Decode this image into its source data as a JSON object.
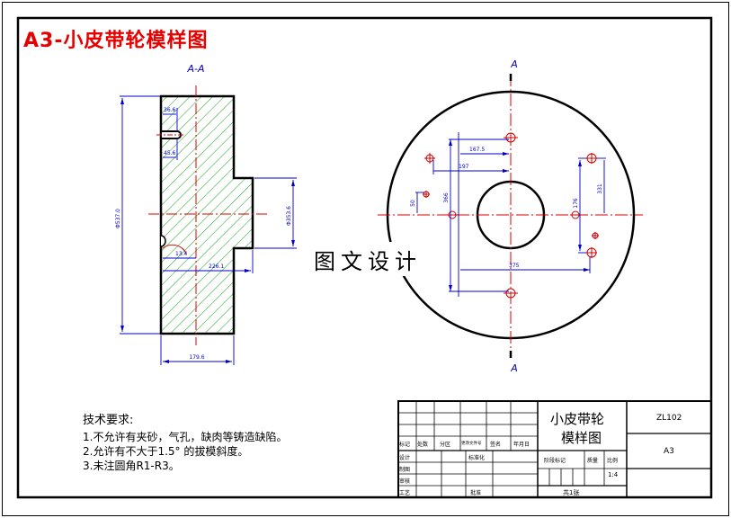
{
  "heading": "A3-小皮带轮模样图",
  "watermark": "图文设计",
  "views": {
    "section_label": "A-A",
    "cut_marks": [
      "A",
      "A"
    ]
  },
  "dimensions": {
    "top_small": "36.6",
    "mid_small": "45.6",
    "left_height": "Φ537.0",
    "hub_height": "Φ353.6",
    "bottom_small": "13.4",
    "inner_width": "226.1",
    "overall_width": "179.6",
    "plan_h1": "167.5",
    "plan_h2": "197",
    "plan_v_small": "50",
    "plan_v_mid": "366",
    "plan_r1": "176",
    "plan_r2": "331",
    "plan_bottom": "375"
  },
  "notes": {
    "title": "技术要求:",
    "items": [
      "1.不允许有夹砂，气孔，缺肉等铸造缺陷。",
      "2.允许有不大于1.5° 的拔模斜度。",
      "3.未注圆角R1-R3。"
    ]
  },
  "title_block": {
    "part_name_line1": "小皮带轮",
    "part_name_line2": "模样图",
    "drawing_no": "ZL102",
    "format": "A3",
    "scale": "1:4",
    "sheets": "共1张",
    "col_labels": [
      "标记",
      "处数",
      "分区",
      "更改文件号",
      "签名",
      "年月日"
    ],
    "row_labels": [
      "设计",
      "制图",
      "审核",
      "工艺"
    ],
    "standardize": "标准化",
    "approve": "批准",
    "stage_mark": "阶段标记",
    "weight": "质量",
    "ratio_label": "比例"
  }
}
